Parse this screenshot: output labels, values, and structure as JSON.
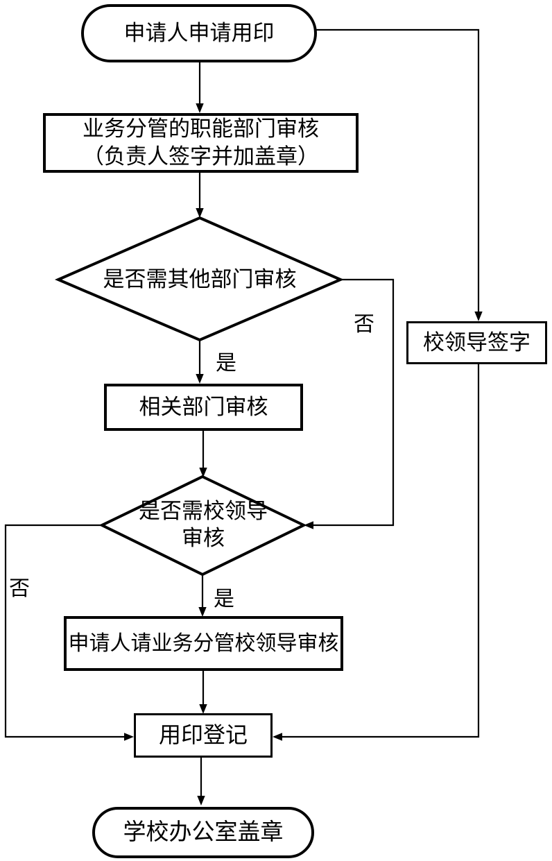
{
  "colors": {
    "ink": "#000000",
    "background": "#ffffff"
  },
  "nodes": {
    "start": {
      "label": "申请人申请用印"
    },
    "dept_review": {
      "line1": "业务分管的职能部门审核",
      "line2": "（负责人签字并加盖章）"
    },
    "need_other_dept": {
      "label": "是否需其他部门审核"
    },
    "related_dept_review": {
      "label": "相关部门审核"
    },
    "need_leader": {
      "line1": "是否需校领导",
      "line2": "审核"
    },
    "apply_leader_review": {
      "label": "申请人请业务分管校领导审核"
    },
    "leader_sign": {
      "label": "校领导签字"
    },
    "seal_register": {
      "label": "用印登记"
    },
    "end": {
      "label": "学校办公室盖章"
    }
  },
  "edge_labels": {
    "yes1": "是",
    "no1": "否",
    "yes2": "是",
    "no2": "否"
  }
}
